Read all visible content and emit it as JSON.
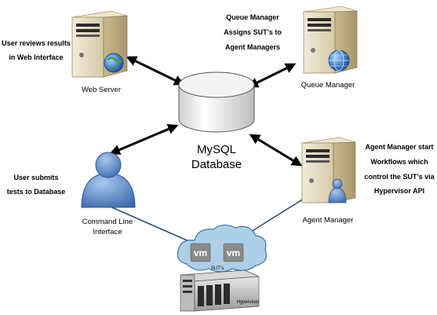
{
  "annotations": {
    "user_reviews": [
      "User reviews results",
      "in Web Interface"
    ],
    "queue_manager": [
      "Queue Manager",
      "Assigns SUT’s to",
      "Agent Managers"
    ],
    "user_submits": [
      "User submits",
      "tests to Database"
    ],
    "agent_manager": [
      "Agent Manager start",
      "Workflows which",
      "control the SUT’s via",
      "Hypervisor API"
    ]
  },
  "nodes": {
    "web_server": "Web Server",
    "queue_manager": "Queue Manager",
    "database": [
      "MySQL",
      "Database"
    ],
    "cli": [
      "Command Line",
      "Interface"
    ],
    "agent_manager": "Agent Manager",
    "vm_left": "vm",
    "vm_right": "vm",
    "suts": "SUT’s",
    "hypervisor": "Hypervisor"
  },
  "icons": {
    "web_server": "server-globe-icon",
    "queue_manager": "server-globe-icon",
    "agent_manager": "server-user-icon",
    "cli": "user-icon",
    "database": "database-cylinder-icon",
    "cloud": "cloud-icon",
    "hypervisor": "hypervisor-server-icon"
  },
  "colors": {
    "arrow": "#000000",
    "link": "#2f4f7f",
    "server_body": "#e6dcc4",
    "user": "#4f7fc0",
    "cloud": "#aecfe8",
    "vm_box": "#8a8a8a"
  }
}
